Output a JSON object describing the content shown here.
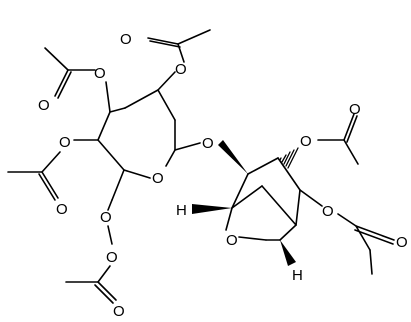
{
  "structure": {
    "atom_labels": {
      "o_ring_glc": "O",
      "o_ac_c2": "O",
      "o_ac_c2_carbonyl": "O",
      "o_ac_c3": "O",
      "o_ac_c3_carbonyl": "O",
      "o_ac_c4": "O",
      "o_ac_c4_carbonyl": "O",
      "o_c6": "O",
      "o_ac_c6": "O",
      "o_ac_c6_carbonyl": "O",
      "o_glycosidic": "O",
      "o_ac_r1": "O",
      "o_ac_r1_carbonyl": "O",
      "o_ac_r2": "O",
      "o_ac_r2_carbonyl": "O",
      "o_bridge": "O",
      "h_left": "H",
      "h_right": "H"
    }
  }
}
